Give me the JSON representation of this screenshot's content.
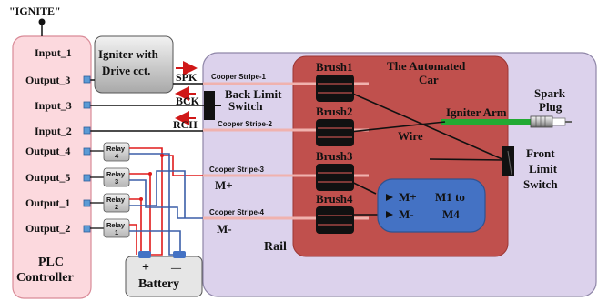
{
  "ignite_label": "\"IGNITE\"",
  "plc": {
    "input_1": "Input_1",
    "output_3": "Output_3",
    "input_3": "Input_3",
    "input_2": "Input_2",
    "output_4": "Output_4",
    "output_5": "Output_5",
    "output_1": "Output_1",
    "output_2": "Output_2",
    "title_line1": "PLC",
    "title_line2": "Controller"
  },
  "igniter": {
    "line1": "Igniter with",
    "line2": "Drive cct."
  },
  "signals": {
    "spk": "SPK",
    "bck": "BCK",
    "rch": "RCH"
  },
  "back_limit_switch": {
    "line1": "Back Limit",
    "line2": "Switch"
  },
  "relays": {
    "relay_4": [
      "Relay",
      "4"
    ],
    "relay_3": [
      "Relay",
      "3"
    ],
    "relay_2": [
      "Relay",
      "2"
    ],
    "relay_1": [
      "Relay",
      "1"
    ]
  },
  "battery": {
    "label": "Battery",
    "plus": "+",
    "minus": "—"
  },
  "stripes": {
    "s1": "Cooper Stripe-1",
    "s2": "Cooper Stripe-2",
    "s3": "Cooper Stripe-3",
    "s4": "Cooper Stripe-4"
  },
  "m_plus": "M+",
  "m_minus": "M-",
  "rail": "Rail",
  "car": {
    "line1": "The Automated",
    "line2": "Car"
  },
  "brushes": [
    "Brush1",
    "Brush2",
    "Brush3",
    "Brush4"
  ],
  "igniter_arm": "Igniter Arm",
  "wire": "Wire",
  "spark_plug": {
    "line1": "Spark",
    "line2": "Plug"
  },
  "front_limit_switch": {
    "line1": "Front",
    "line2": "Limit",
    "line3": "Switch"
  },
  "motor": {
    "m_plus": "M+",
    "m_minus": "M-",
    "line1": "M1 to",
    "line2": "M4"
  },
  "colors": {
    "plc_fill": "#fcd9de",
    "rail_fill": "#dcd2ec",
    "car_fill": "#c0504d",
    "motor_fill": "#4472c4",
    "stripe": "#eaa7a4",
    "arm": "#22aa33",
    "wire_red": "#e01b1b",
    "wire_blue": "#3b5fa8"
  }
}
